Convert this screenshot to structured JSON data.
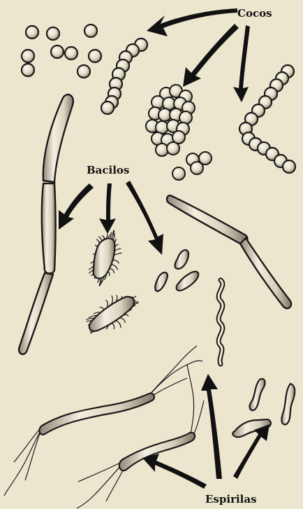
{
  "labels": {
    "cocos": "Cocos",
    "bacilos": "Bacilos",
    "espirilas": "Espirilas"
  },
  "colors": {
    "paper": "#ede6cf",
    "ink": "#1a1a1a",
    "cell_fill": "#f3eedd",
    "cell_shade": "#b9b2a0"
  }
}
